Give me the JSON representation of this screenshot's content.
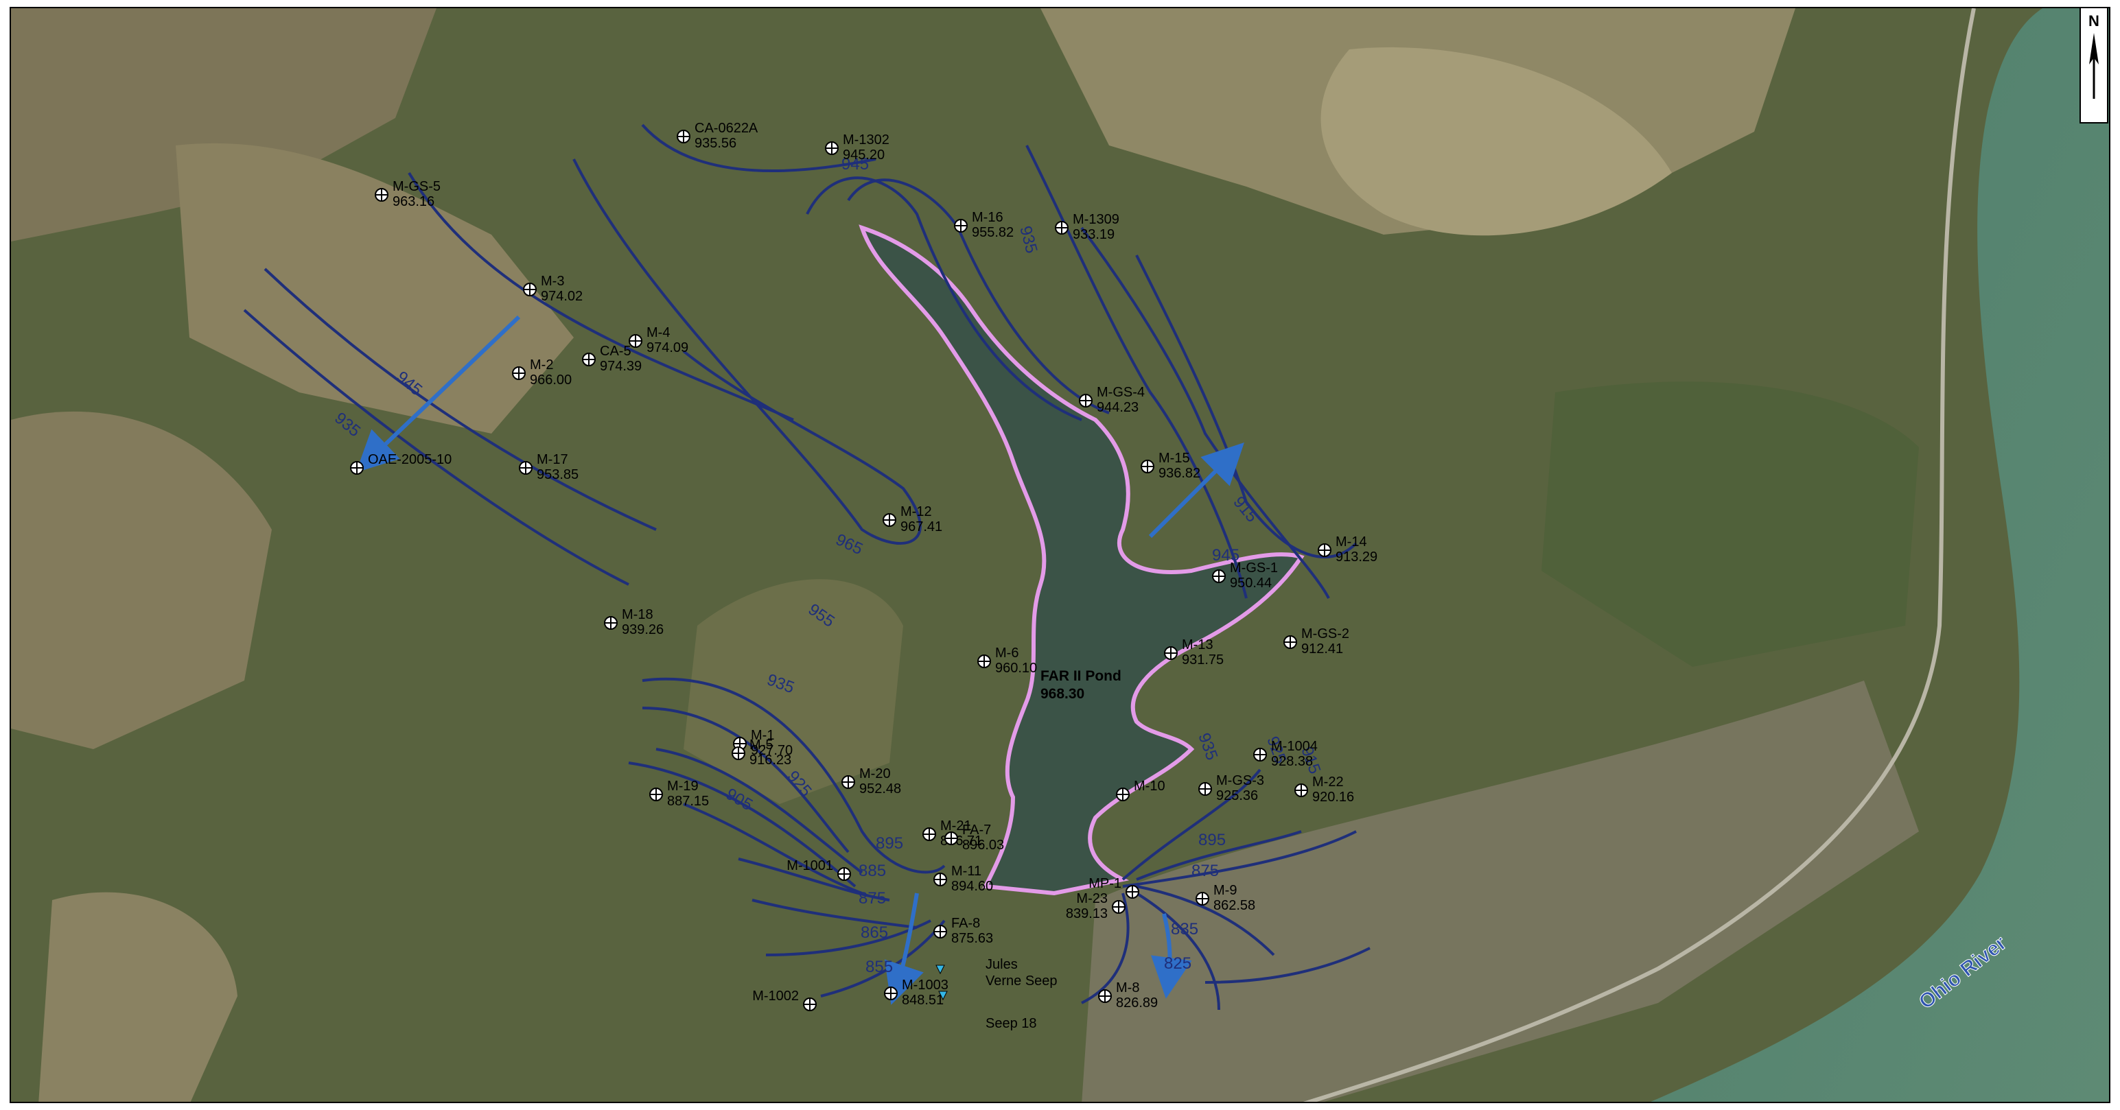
{
  "map": {
    "north_label": "N",
    "pond": {
      "name": "FAR II Pond",
      "elevation": "968.30"
    },
    "river_label": "Ohio River",
    "colors": {
      "contour": "#1f2f7a",
      "flow_arrow": "#2f6fc8",
      "pond_outline": "#e39be8",
      "well_fill": "#ffffff",
      "seep": "#35b7e6"
    },
    "wells": [
      {
        "id": "CA-0622A",
        "elev": "935.56"
      },
      {
        "id": "M-1302",
        "elev": "945.20"
      },
      {
        "id": "M-GS-5",
        "elev": "963.16"
      },
      {
        "id": "M-16",
        "elev": "955.82"
      },
      {
        "id": "M-1309",
        "elev": "933.19"
      },
      {
        "id": "M-3",
        "elev": "974.02"
      },
      {
        "id": "M-4",
        "elev": "974.09"
      },
      {
        "id": "CA-5",
        "elev": "974.39"
      },
      {
        "id": "M-2",
        "elev": "966.00"
      },
      {
        "id": "M-GS-4",
        "elev": "944.23"
      },
      {
        "id": "M-15",
        "elev": "936.82"
      },
      {
        "id": "M-17",
        "elev": "953.85"
      },
      {
        "id": "OAE-2005-10",
        "elev": ""
      },
      {
        "id": "M-12",
        "elev": "967.41"
      },
      {
        "id": "M-14",
        "elev": "913.29"
      },
      {
        "id": "M-GS-1",
        "elev": "950.44"
      },
      {
        "id": "M-18",
        "elev": "939.26"
      },
      {
        "id": "M-6",
        "elev": "960.10"
      },
      {
        "id": "M-13",
        "elev": "931.75"
      },
      {
        "id": "M-GS-2",
        "elev": "912.41"
      },
      {
        "id": "M-1",
        "elev": "927.70"
      },
      {
        "id": "M-1004",
        "elev": "928.38"
      },
      {
        "id": "M-5",
        "elev": "916.23"
      },
      {
        "id": "M-20",
        "elev": "952.48"
      },
      {
        "id": "M-21",
        "elev": "896.71"
      },
      {
        "id": "M-10",
        "elev": ""
      },
      {
        "id": "M-GS-3",
        "elev": "925.36"
      },
      {
        "id": "M-22",
        "elev": "920.16"
      },
      {
        "id": "M-19",
        "elev": "887.15"
      },
      {
        "id": "FA-7",
        "elev": "896.03"
      },
      {
        "id": "M-11",
        "elev": "894.60"
      },
      {
        "id": "M-1001",
        "elev": ""
      },
      {
        "id": "MP-1",
        "elev": ""
      },
      {
        "id": "M-9",
        "elev": "862.58"
      },
      {
        "id": "FA-8",
        "elev": "875.63"
      },
      {
        "id": "M-23",
        "elev": "839.13"
      },
      {
        "id": "M-1002",
        "elev": ""
      },
      {
        "id": "M-1003",
        "elev": "848.51"
      },
      {
        "id": "M-8",
        "elev": "826.89"
      }
    ],
    "seeps": [
      {
        "name_line1": "Jules",
        "name_line2": "Verne Seep"
      },
      {
        "name_line1": "Seep 18",
        "name_line2": ""
      }
    ],
    "contour_labels": [
      "945",
      "935",
      "945",
      "935",
      "965",
      "955",
      "915",
      "945",
      "935",
      "925",
      "905",
      "935",
      "925",
      "915",
      "895",
      "885",
      "875",
      "865",
      "855",
      "895",
      "875",
      "835",
      "825"
    ]
  }
}
